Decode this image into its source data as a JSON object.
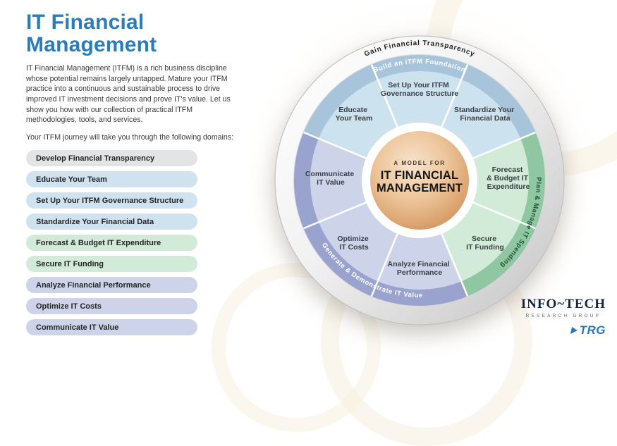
{
  "page": {
    "title_line1": "IT Financial",
    "title_line2": "Management",
    "intro": "IT Financial Management (ITFM) is a rich business discipline whose potential remains largely untapped. Mature your ITFM practice into a continuous and sustainable process to drive improved IT investment decisions and prove IT's value. Let us show you how with our collection of practical ITFM methodologies, tools, and services.",
    "journey_intro": "Your ITFM journey will take you through the following domains:"
  },
  "journey": {
    "items": [
      {
        "label": "Develop Financial Transparency",
        "color": "#e3e4e6"
      },
      {
        "label": "Educate Your Team",
        "color": "#cfe2ef"
      },
      {
        "label": "Set Up Your ITFM Governance Structure",
        "color": "#cfe2ef"
      },
      {
        "label": "Standardize Your Financial Data",
        "color": "#cfe2ef"
      },
      {
        "label": "Forecast & Budget IT Expenditure",
        "color": "#d2ead8"
      },
      {
        "label": "Secure IT Funding",
        "color": "#d2ead8"
      },
      {
        "label": "Analyze Financial Performance",
        "color": "#cdd3e8"
      },
      {
        "label": "Optimize IT Costs",
        "color": "#cdd3e8"
      },
      {
        "label": "Communicate IT Value",
        "color": "#cdd3e8"
      }
    ]
  },
  "wheel": {
    "outer_arc": "Gain Financial Transparency",
    "bands": [
      {
        "label": "Build an ITFM Foundation",
        "color": "#a7c4da",
        "text_color": "#ffffff"
      },
      {
        "label": "Plan & Manage IT Spending",
        "color": "#90c7a3",
        "text_color": "#1d5438"
      },
      {
        "label": "Generate & Demonstrate IT Value",
        "color": "#9aa2ce",
        "text_color": "#ffffff"
      }
    ],
    "center": {
      "kicker": "A MODEL FOR",
      "line1": "IT FINANCIAL",
      "line2": "MANAGEMENT"
    },
    "segments": [
      {
        "lines": [
          "Set Up Your ITFM",
          "Governance Structure"
        ],
        "color": "#cde2ef"
      },
      {
        "lines": [
          "Standardize Your",
          "Financial Data"
        ],
        "color": "#cde2ef"
      },
      {
        "lines": [
          "Forecast",
          "& Budget IT",
          "Expenditure"
        ],
        "color": "#d2ead8"
      },
      {
        "lines": [
          "Secure",
          "IT Funding"
        ],
        "color": "#d2ead8"
      },
      {
        "lines": [
          "Analyze Financial",
          "Performance"
        ],
        "color": "#cdd4e9"
      },
      {
        "lines": [
          "Optimize",
          "IT Costs"
        ],
        "color": "#cdd4e9"
      },
      {
        "lines": [
          "Communicate",
          "IT Value"
        ],
        "color": "#cdd4e9"
      },
      {
        "lines": [
          "Educate",
          "Your Team"
        ],
        "color": "#cde2ef"
      }
    ]
  },
  "branding": {
    "company": "INFO~TECH",
    "tagline": "RESEARCH GROUP",
    "mark": "TRG"
  }
}
